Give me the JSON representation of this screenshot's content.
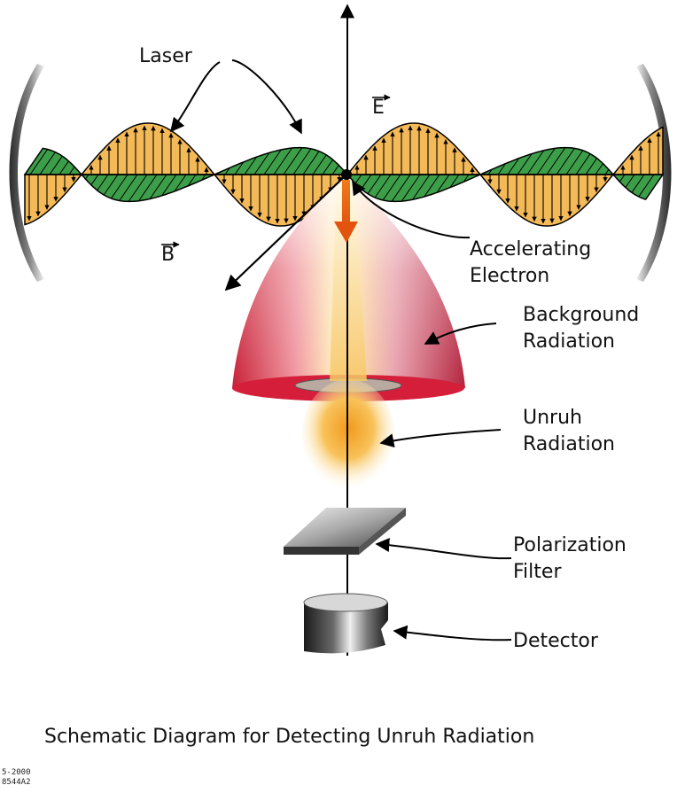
{
  "labels": {
    "laser": "Laser",
    "e_field": "E",
    "b_field": "B",
    "electron_line1": "Accelerating",
    "electron_line2": "Electron",
    "background_line1": "Background",
    "background_line2": "Radiation",
    "unruh_line1": "Unruh",
    "unruh_line2": "Radiation",
    "filter_line1": "Polarization",
    "filter_line2": "Filter",
    "detector": "Detector"
  },
  "title": "Schematic Diagram for Detecting Unruh Radiation",
  "footer": {
    "date": "5-2000",
    "code": "8544A2"
  },
  "colors": {
    "e_wave": "#f4b44a",
    "b_wave": "#3d9e4a",
    "background_radiation": "#d63a4c",
    "unruh_radiation": "#f6a623",
    "mirror": "#3a3a3a",
    "filter": "#8a8a8a",
    "detector": "#5a5a5a"
  }
}
